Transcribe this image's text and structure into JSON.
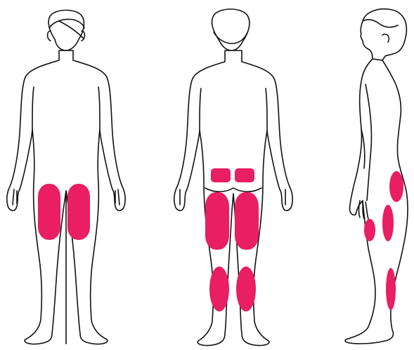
{
  "figures": [
    {
      "id": "front",
      "view": "front",
      "highlighted_regions": [
        "left-quadriceps",
        "right-quadriceps"
      ]
    },
    {
      "id": "back",
      "view": "back",
      "highlighted_regions": [
        "left-gluteus",
        "right-gluteus",
        "left-hamstring",
        "right-hamstring",
        "left-calf",
        "right-calf"
      ]
    },
    {
      "id": "side",
      "view": "side",
      "highlighted_regions": [
        "gluteus",
        "hamstring-upper",
        "quadriceps-front",
        "calf"
      ]
    }
  ],
  "colors": {
    "highlight": "#e91e63",
    "outline": "#111111",
    "background": "#ffffff"
  }
}
